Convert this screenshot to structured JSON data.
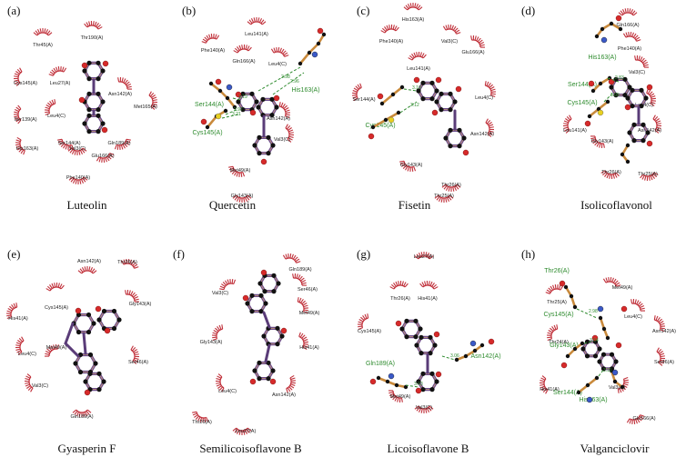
{
  "panels": [
    {
      "label": "(a)",
      "name": "Luteolin",
      "residues": [
        "Thr45(A)",
        "Thr190(A)",
        "Cys145(A)",
        "Leu27(A)",
        "Asn142(A)",
        "Met165(A)",
        "Leu4(C)",
        "Ser139(A)",
        "Ser144(A)",
        "His163(A)",
        "Gln189(A)",
        "Val3(C)",
        "Glu166(A)",
        "Phe140(A)"
      ],
      "hbonds": []
    },
    {
      "label": "(b)",
      "name": "Quercetin",
      "residues": [
        "Leu141(A)",
        "Phe140(A)",
        "Gln166(A)",
        "Leu4(C)",
        "Ser144(A)",
        "His163(A)",
        "Asn142(A)",
        "Val3(C)",
        "Cys145(A)",
        "Met49(A)",
        "Gly143(A)"
      ],
      "hbonds": [
        "3.19",
        "2.97",
        "2.98",
        "3.21",
        "2.96"
      ]
    },
    {
      "label": "(c)",
      "name": "Fisetin",
      "residues": [
        "His163(A)",
        "Phe140(A)",
        "Val3(C)",
        "Glu166(A)",
        "Leu141(A)",
        "Ser144(A)",
        "Leu4(C)",
        "Cys145(A)",
        "Asn142(A)",
        "Gly143(A)",
        "Thr26(A)",
        "Thr25(A)"
      ],
      "hbonds": [
        "3.10",
        "3.12"
      ]
    },
    {
      "label": "(d)",
      "name": "Isolicoflavonol",
      "residues": [
        "Gln166(A)",
        "Phe140(A)",
        "His163(A)",
        "Val3(C)",
        "Ser144(A)",
        "Cys145(A)",
        "Leu4(C)",
        "Leu141(A)",
        "Asn142(A)",
        "Gly143(A)",
        "Thr26(A)",
        "Thr25(A)"
      ],
      "hbonds": [
        "2.83",
        "3.09"
      ]
    },
    {
      "label": "(e)",
      "name": "Gyasperin F",
      "residues": [
        "Thr26(A)",
        "Asn142(A)",
        "Cys145(A)",
        "His41(A)",
        "Gly143(A)",
        "Leu4(C)",
        "Met49(A)",
        "Ser46(A)",
        "Val3(C)",
        "Gln189(A)"
      ],
      "hbonds": []
    },
    {
      "label": "(f)",
      "name": "Semilicoisoflavone B",
      "residues": [
        "Gln189(A)",
        "Ser46(A)",
        "Val3(C)",
        "Met49(A)",
        "Gly143(A)",
        "His41(A)",
        "Leu4(C)",
        "Asn142(A)",
        "Thr26(A)",
        "Leu27(A)"
      ],
      "hbonds": []
    },
    {
      "label": "(g)",
      "name": "Licoisoflavone B",
      "residues": [
        "Leu27(A)",
        "Thr26(A)",
        "His41(A)",
        "Cys145(A)",
        "Asn142(A)",
        "Gln189(A)",
        "Met49(A)",
        "Val3(C)"
      ],
      "hbonds": [
        "3.06",
        "3.03"
      ]
    },
    {
      "label": "(h)",
      "name": "Valganciclovir",
      "residues": [
        "Thr26(A)",
        "Thr25(A)",
        "Met49(A)",
        "Cys145(A)",
        "Leu4(C)",
        "Thr24(A)",
        "Asn142(A)",
        "Gly143(A)",
        "Ser46(A)",
        "His41(A)",
        "Val3(C)",
        "Ser144(A)",
        "His163(A)",
        "Glu166(A)"
      ],
      "hbonds": [
        "2.98",
        "3.04",
        "3.11"
      ]
    }
  ]
}
